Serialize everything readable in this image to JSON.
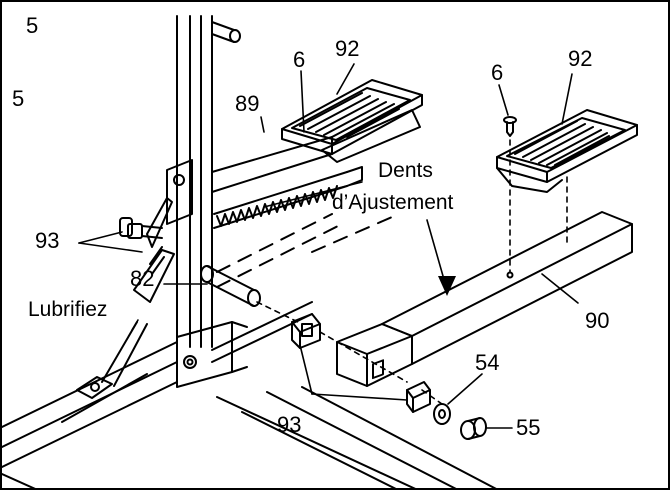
{
  "step_number": "5",
  "step_number_repeat": "5",
  "colors": {
    "ink": "#000000",
    "paper": "#ffffff"
  },
  "callouts": {
    "pedal_left": "92",
    "pedal_right": "92",
    "screw_left": "6",
    "screw_right": "6",
    "bracket": "89",
    "bolts": "93",
    "pin": "82",
    "caps": "93",
    "arm": "90",
    "washer": "54",
    "knob": "55"
  },
  "notes": {
    "teeth_line1": "Dents",
    "teeth_line2": "d’Ajustement",
    "lubricate": "Lubrifiez"
  }
}
